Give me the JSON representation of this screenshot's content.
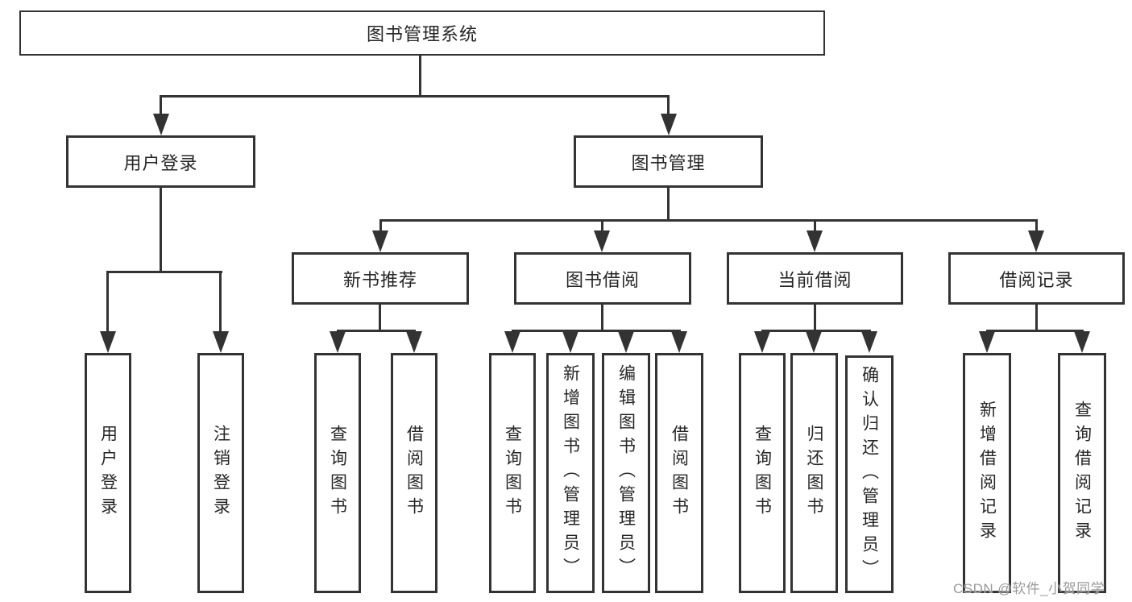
{
  "tree": {
    "root": {
      "label": "图书管理系统",
      "children": [
        {
          "label": "用户登录",
          "children": [
            {
              "label": "用户登录"
            },
            {
              "label": "注销登录"
            }
          ]
        },
        {
          "label": "图书管理",
          "children": [
            {
              "label": "新书推荐",
              "children": [
                {
                  "label": "查询图书"
                },
                {
                  "label": "借阅图书"
                }
              ]
            },
            {
              "label": "图书借阅",
              "children": [
                {
                  "label": "查询图书"
                },
                {
                  "label": "新增图书（管理员）"
                },
                {
                  "label": "编辑图书（管理员）"
                },
                {
                  "label": "借阅图书"
                }
              ]
            },
            {
              "label": "当前借阅",
              "children": [
                {
                  "label": "查询图书"
                },
                {
                  "label": "归还图书"
                },
                {
                  "label": "确认归还（管理员）"
                }
              ]
            },
            {
              "label": "借阅记录",
              "children": [
                {
                  "label": "新增借阅记录"
                },
                {
                  "label": "查询借阅记录"
                }
              ]
            }
          ]
        }
      ]
    }
  },
  "watermark": {
    "text": "CSDN @软件_小贺同学"
  },
  "colors": {
    "line": "#333333",
    "text": "#262626",
    "background": "#ffffff",
    "watermark": "#9a9a9a"
  }
}
